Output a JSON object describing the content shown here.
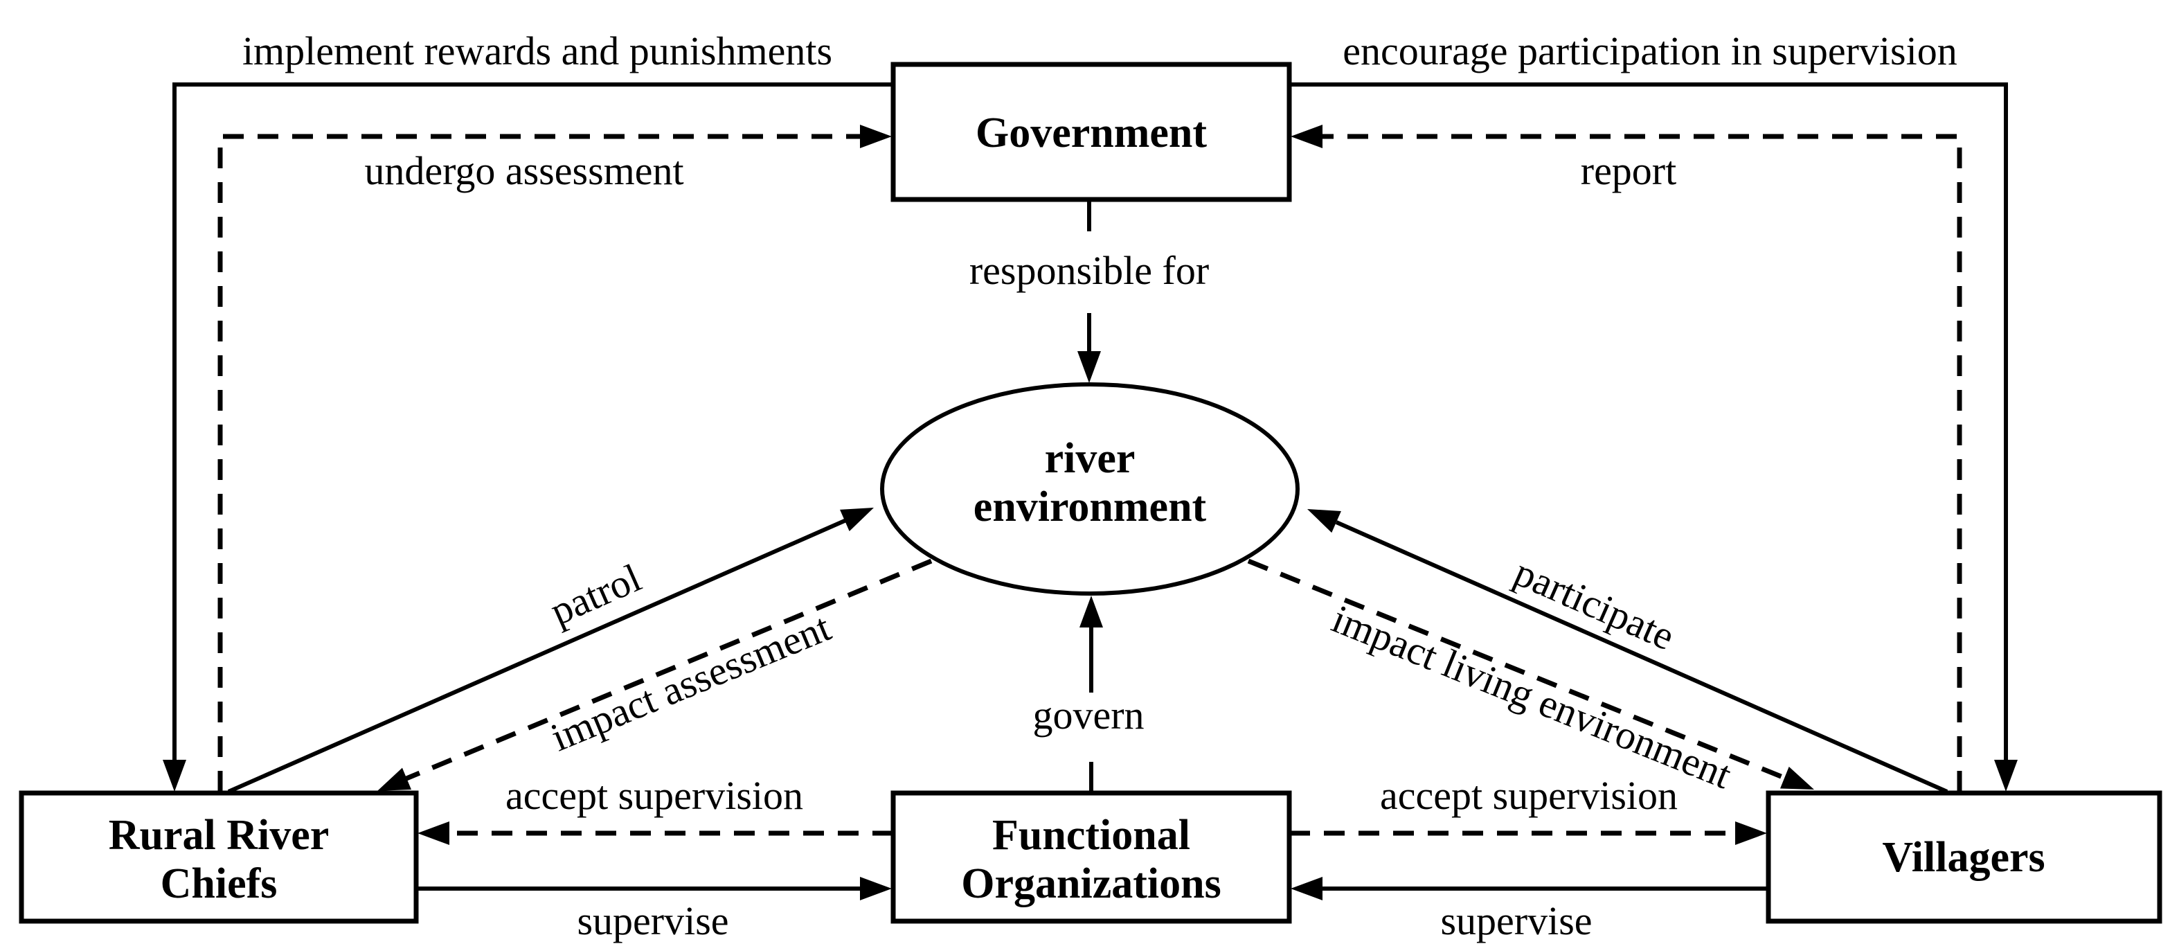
{
  "colors": {
    "ink": "#000000",
    "background": "#ffffff"
  },
  "nodes": {
    "government": {
      "label": "Government",
      "shape": "rect"
    },
    "river_environment": {
      "line1": "river",
      "line2": "environment",
      "shape": "ellipse"
    },
    "rural_river_chiefs": {
      "line1": "Rural River",
      "line2": "Chiefs",
      "shape": "rect"
    },
    "functional_organizations": {
      "line1": "Functional",
      "line2": "Organizations",
      "shape": "rect"
    },
    "villagers": {
      "label": "Villagers",
      "shape": "rect"
    }
  },
  "edges": {
    "implement_rewards": {
      "label": "implement rewards and punishments",
      "from": "government",
      "to": "rural_river_chiefs",
      "style": "solid"
    },
    "undergo_assessment": {
      "label": "undergo assessment",
      "from": "rural_river_chiefs",
      "to": "government",
      "style": "dashed"
    },
    "encourage_participation": {
      "label": "encourage participation in supervision",
      "from": "government",
      "to": "villagers",
      "style": "solid"
    },
    "report": {
      "label": "report",
      "from": "villagers",
      "to": "government",
      "style": "dashed"
    },
    "responsible_for": {
      "label": "responsible for",
      "from": "government",
      "to": "river_environment",
      "style": "solid"
    },
    "patrol": {
      "label": "patrol",
      "from": "rural_river_chiefs",
      "to": "river_environment",
      "style": "solid"
    },
    "impact_assessment": {
      "label": "impact assessment",
      "from": "river_environment",
      "to": "rural_river_chiefs",
      "style": "dashed"
    },
    "govern": {
      "label": "govern",
      "from": "functional_organizations",
      "to": "river_environment",
      "style": "solid"
    },
    "participate": {
      "label": "participate",
      "from": "villagers",
      "to": "river_environment",
      "style": "solid"
    },
    "impact_living_environment": {
      "label": "impact living environment",
      "from": "river_environment",
      "to": "villagers",
      "style": "dashed"
    },
    "accept_supervision_left": {
      "label": "accept supervision",
      "from": "functional_organizations",
      "to": "rural_river_chiefs",
      "style": "dashed"
    },
    "supervise_left": {
      "label": "supervise",
      "from": "rural_river_chiefs",
      "to": "functional_organizations",
      "style": "solid"
    },
    "accept_supervision_right": {
      "label": "accept supervision",
      "from": "functional_organizations",
      "to": "villagers",
      "style": "dashed"
    },
    "supervise_right": {
      "label": "supervise",
      "from": "villagers",
      "to": "functional_organizations",
      "style": "solid"
    }
  }
}
